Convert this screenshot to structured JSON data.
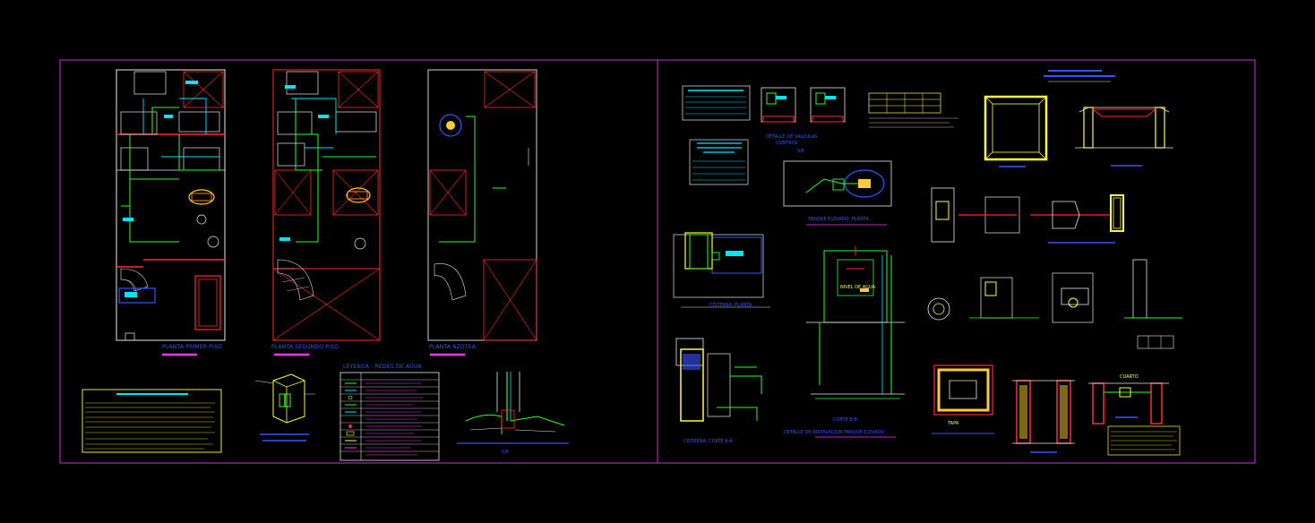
{
  "colors": {
    "background": "#000000",
    "sheet_border": "#cc33cc",
    "walls": "#ff2a2a",
    "pipes_green": "#29ff29",
    "pipes_cyan": "#00e5ff",
    "titles_blue": "#3355ff",
    "underline_magenta": "#ff33ff",
    "boxes_yellow": "#ffff33",
    "white": "#e8e8e8"
  },
  "sheet1": {
    "plan1_title": "PLANTA PRIMER PISO",
    "plan2_title": "PLANTA SEGUNDO PISO",
    "plan3_title": "PLANTA AZOTEA",
    "legend_title": "LEYENDA - REDES DE AGUA",
    "detail_scale": "S/E"
  },
  "sheet2": {
    "valve_detail_title_1": "DETALLE DE VALVULAS",
    "valve_detail_title_2": "CONTROL",
    "valve_scale": "S/E",
    "tank_plan_title": "TANQUE ELEVADO: PLANTA",
    "cistern_plan_title": "CISTERNA: PLANTA",
    "cistern_section_title": "CISTERNA: CORTE A-A",
    "section_title_1": "CORTE B-B",
    "section_title_2": "DETALLE DE INSTALACION TANQUE ELEVADO",
    "label_tapa": "TAPA",
    "label_nivel": "NIVEL DE AGUA",
    "label_cuarto": "CUARTO"
  },
  "icons": [
    "floor-plan-icon",
    "stair-icon",
    "tank-icon",
    "valve-icon"
  ]
}
